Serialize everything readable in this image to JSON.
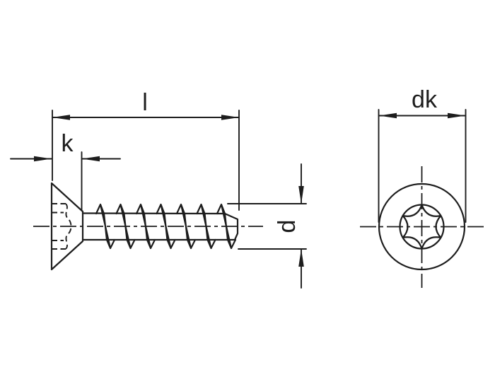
{
  "drawing": {
    "type": "technical-dimension-drawing",
    "subject": "countersunk-torx-screw",
    "colors": {
      "line": "#1d1d1d",
      "background": "#ffffff"
    },
    "side_view": {
      "labels": {
        "length": "l",
        "head_height": "k",
        "thread_diameter": "d"
      }
    },
    "front_view": {
      "labels": {
        "head_diameter": "dk"
      }
    }
  }
}
